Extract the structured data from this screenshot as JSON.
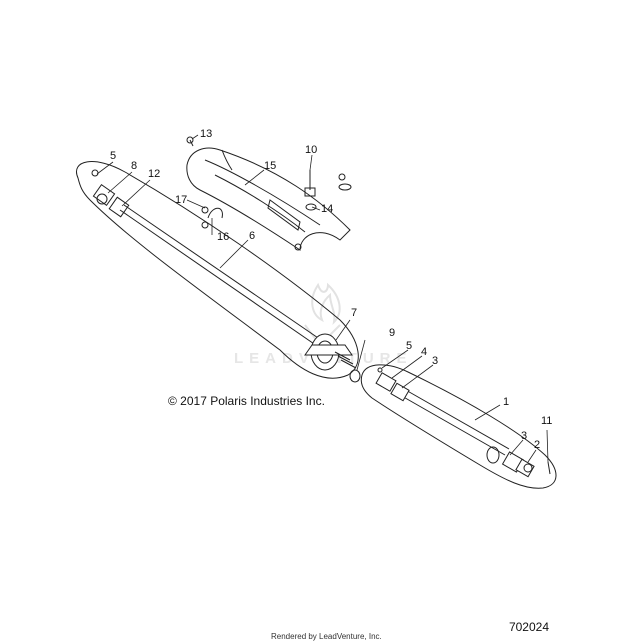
{
  "copyright": "© 2017 Polaris Industries Inc.",
  "figure_id": "702024",
  "rendered_by": "Rendered by LeadVenture, Inc.",
  "watermark": "LEADVENTURE",
  "callouts": [
    {
      "id": "c1",
      "label": "1"
    },
    {
      "id": "c2",
      "label": "2"
    },
    {
      "id": "c3a",
      "label": "3"
    },
    {
      "id": "c3b",
      "label": "3"
    },
    {
      "id": "c4",
      "label": "4"
    },
    {
      "id": "c5a",
      "label": "5"
    },
    {
      "id": "c5b",
      "label": "5"
    },
    {
      "id": "c6",
      "label": "6"
    },
    {
      "id": "c7",
      "label": "7"
    },
    {
      "id": "c8",
      "label": "8"
    },
    {
      "id": "c9",
      "label": "9"
    },
    {
      "id": "c10",
      "label": "10"
    },
    {
      "id": "c11",
      "label": "11"
    },
    {
      "id": "c12",
      "label": "12"
    },
    {
      "id": "c13",
      "label": "13"
    },
    {
      "id": "c14",
      "label": "14"
    },
    {
      "id": "c15",
      "label": "15"
    },
    {
      "id": "c16",
      "label": "16"
    },
    {
      "id": "c17",
      "label": "17"
    }
  ]
}
